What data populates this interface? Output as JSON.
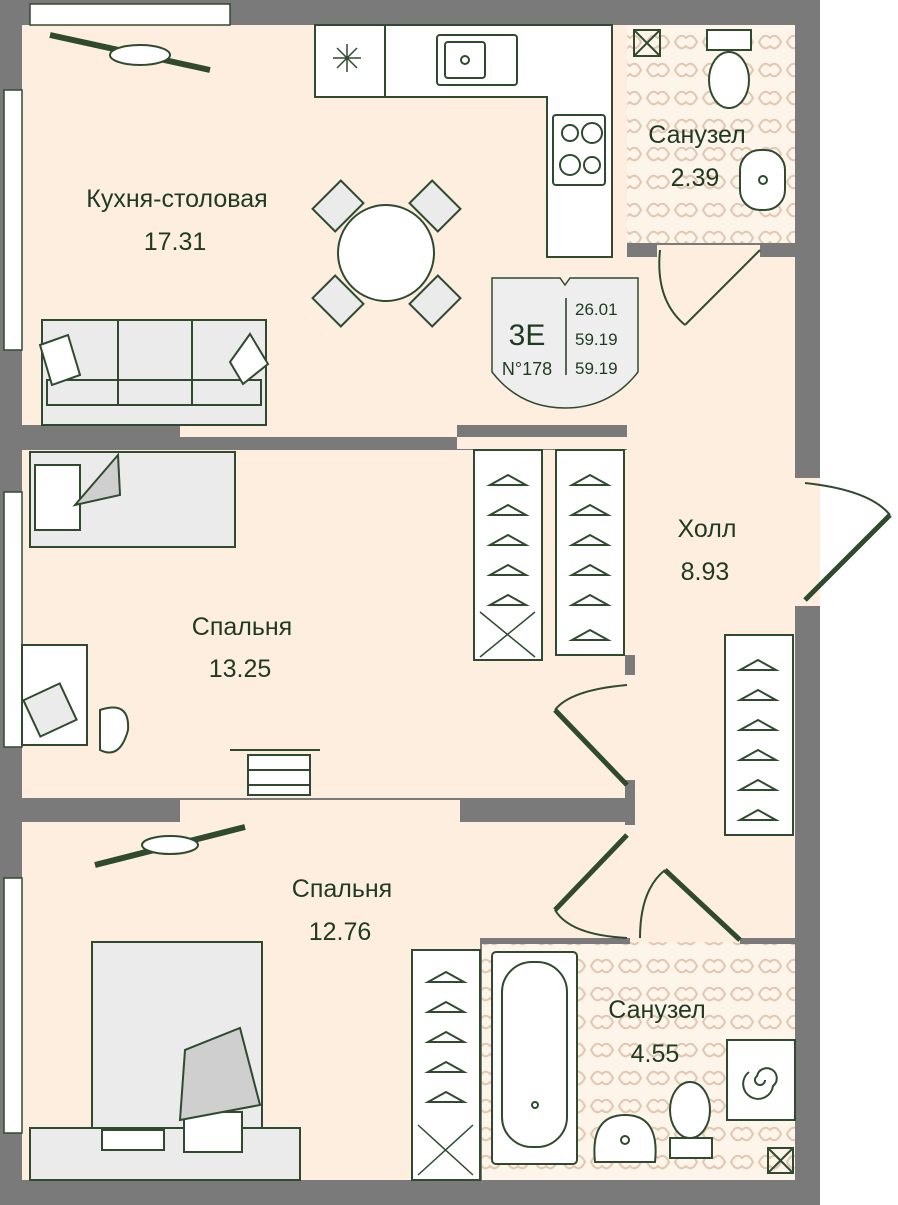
{
  "plan": {
    "rooms": [
      {
        "name": "Кухня-столовая",
        "area": "17.31"
      },
      {
        "name": "Санузел",
        "area": "2.39"
      },
      {
        "name": "Холл",
        "area": "8.93"
      },
      {
        "name": "Спальня",
        "area": "13.25"
      },
      {
        "name": "Спальня",
        "area": "12.76"
      },
      {
        "name": "Санузел",
        "area": "4.55"
      }
    ],
    "badge": {
      "type": "3E",
      "number": "N°178",
      "living_area": "26.01",
      "total_area": "59.19",
      "total_area_with_balcony": "59.19"
    },
    "colors": {
      "wall": "#7a7a7a",
      "floor": "#fdeee0",
      "text": "#1f3a22",
      "tile": "#e9d5c3"
    }
  }
}
